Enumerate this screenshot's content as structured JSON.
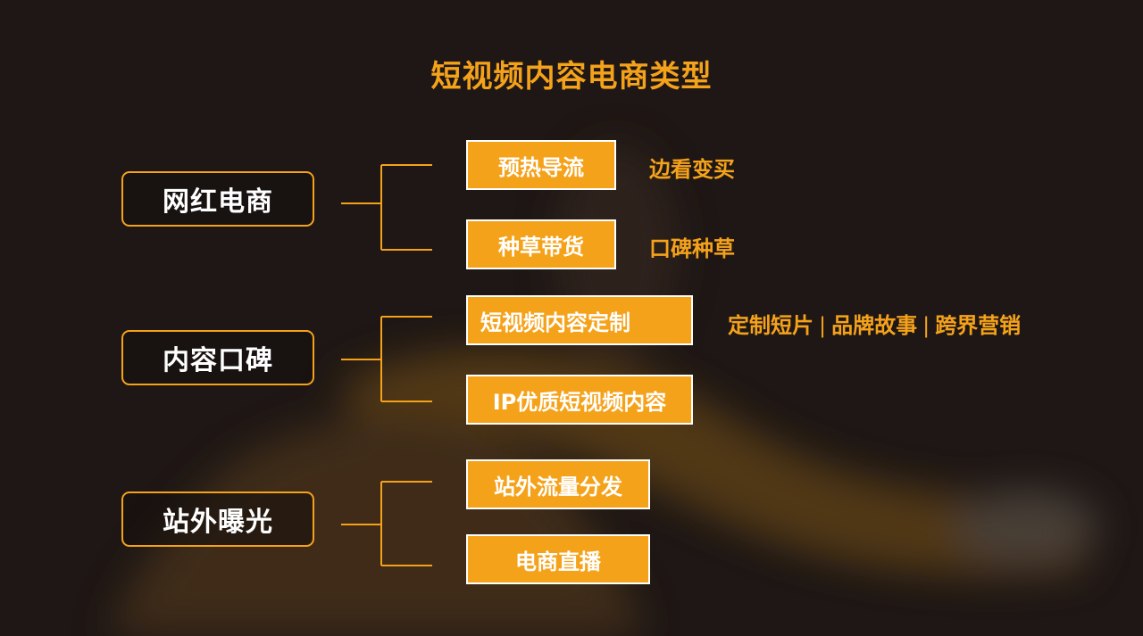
{
  "title": "短视频内容电商类型",
  "colors": {
    "accent": "#f5a21b",
    "background": "#1e1715",
    "text": "#ffffff"
  },
  "chart_data": {
    "type": "tree",
    "groups": [
      {
        "label": "网红电商",
        "children": [
          {
            "label": "预热导流",
            "note": "边看变买"
          },
          {
            "label": "种草带货",
            "note": "口碑种草"
          }
        ]
      },
      {
        "label": "内容口碑",
        "children": [
          {
            "label": "短视频内容定制",
            "note_parts": [
              "定制短片",
              "品牌故事",
              "跨界营销"
            ]
          },
          {
            "label": "IP优质短视频内容"
          }
        ]
      },
      {
        "label": "站外曝光",
        "children": [
          {
            "label": "站外流量分发"
          },
          {
            "label": "电商直播"
          }
        ]
      }
    ],
    "separator": "|"
  }
}
